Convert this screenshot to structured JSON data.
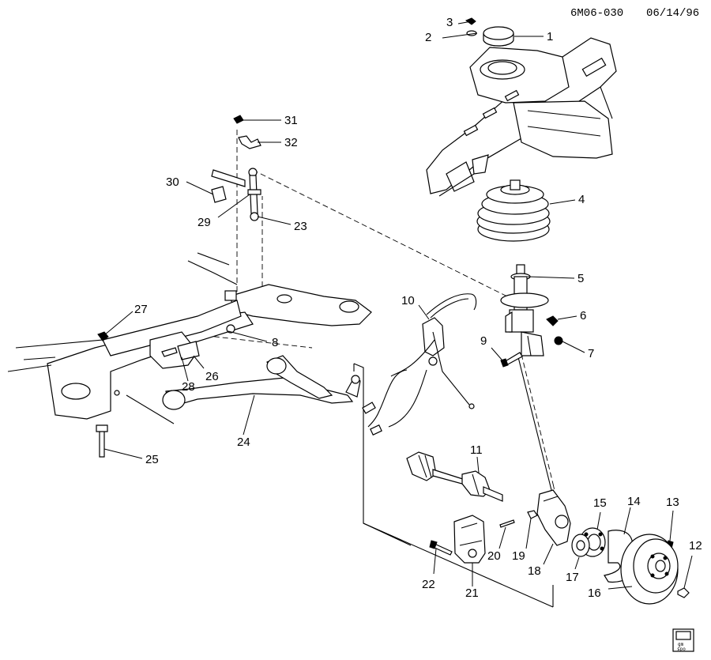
{
  "header": {
    "code": "6M06-030",
    "date": "06/14/96"
  },
  "badge": {
    "line1": "gm",
    "line2": "spo"
  },
  "callouts": [
    {
      "id": "1",
      "label": "1"
    },
    {
      "id": "2",
      "label": "2"
    },
    {
      "id": "3",
      "label": "3"
    },
    {
      "id": "4",
      "label": "4"
    },
    {
      "id": "5",
      "label": "5"
    },
    {
      "id": "6",
      "label": "6"
    },
    {
      "id": "7",
      "label": "7"
    },
    {
      "id": "8",
      "label": "8"
    },
    {
      "id": "9",
      "label": "9"
    },
    {
      "id": "10",
      "label": "10"
    },
    {
      "id": "11",
      "label": "11"
    },
    {
      "id": "12",
      "label": "12"
    },
    {
      "id": "13",
      "label": "13"
    },
    {
      "id": "14",
      "label": "14"
    },
    {
      "id": "15",
      "label": "15"
    },
    {
      "id": "16",
      "label": "16"
    },
    {
      "id": "17",
      "label": "17"
    },
    {
      "id": "18",
      "label": "18"
    },
    {
      "id": "19",
      "label": "19"
    },
    {
      "id": "20",
      "label": "20"
    },
    {
      "id": "21",
      "label": "21"
    },
    {
      "id": "22",
      "label": "22"
    },
    {
      "id": "23",
      "label": "23"
    },
    {
      "id": "24",
      "label": "24"
    },
    {
      "id": "25",
      "label": "25"
    },
    {
      "id": "26",
      "label": "26"
    },
    {
      "id": "27",
      "label": "27"
    },
    {
      "id": "28",
      "label": "28"
    },
    {
      "id": "29",
      "label": "29"
    },
    {
      "id": "30",
      "label": "30"
    },
    {
      "id": "31",
      "label": "31"
    },
    {
      "id": "32",
      "label": "32"
    }
  ]
}
